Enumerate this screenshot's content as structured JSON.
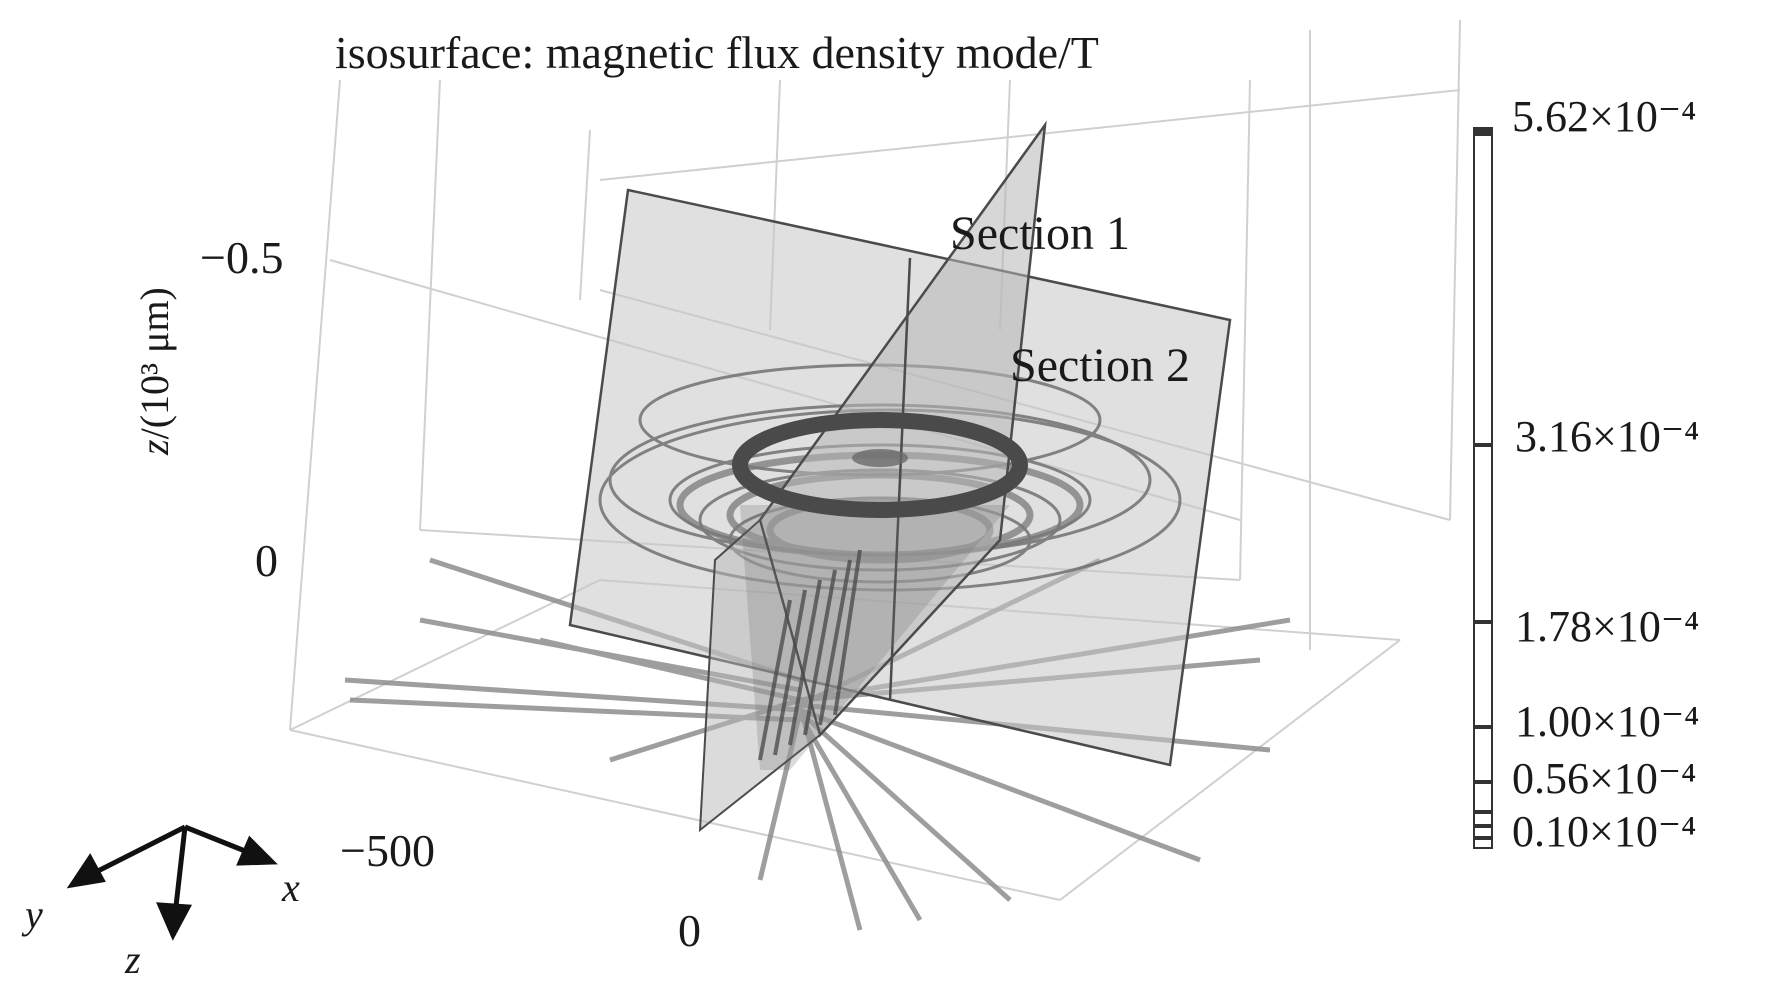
{
  "title": "isosurface: magnetic flux density mode/T",
  "z_axis": {
    "label_var": "z",
    "label_unit": "/(10³ μm)",
    "ticks": [
      "−0.5",
      "0"
    ]
  },
  "bottom_ticks": [
    "−500",
    "0"
  ],
  "sections": [
    "Section 1",
    "Section 2"
  ],
  "colorbar": {
    "labels": [
      "5.62×10⁻⁴",
      "3.16×10⁻⁴",
      "1.78×10⁻⁴",
      "1.00×10⁻⁴",
      "0.56×10⁻⁴",
      "0.10×10⁻⁴"
    ]
  },
  "triad": {
    "x": "x",
    "y": "y",
    "z": "z"
  },
  "colors": {
    "ring": "#4a4a4a",
    "plane": "#c8c8c8",
    "grid": "#cfcfcf"
  }
}
